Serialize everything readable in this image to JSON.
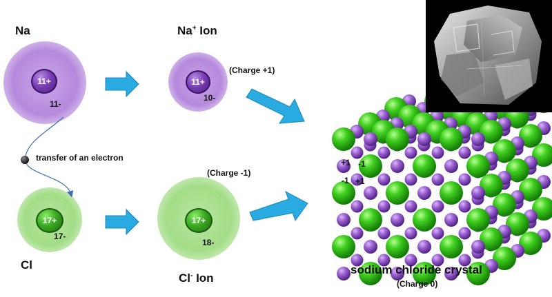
{
  "na_atom": {
    "title": "Na",
    "nucleus": "11+",
    "electrons": "11-"
  },
  "na_ion": {
    "title_main": "Na",
    "title_sup": "+",
    "title_rest": " Ion",
    "nucleus": "11+",
    "electrons": "10-",
    "charge": "(Charge +1)"
  },
  "cl_atom": {
    "title": "Cl",
    "nucleus": "17+",
    "electrons": "17-"
  },
  "cl_ion": {
    "title_main": "Cl",
    "title_sup": "-",
    "title_rest": " Ion",
    "nucleus": "17+",
    "electrons": "18-",
    "charge": "(Charge -1)"
  },
  "transfer": {
    "label": "transfer of an electron"
  },
  "crystal": {
    "title": "sodium chloride crystal",
    "charge": "(Charge 0)",
    "labels": [
      "+1",
      "-1",
      "-1",
      "+1"
    ]
  },
  "colors": {
    "sodium": "#9b5fd0",
    "chlorine": "#3fcf1f",
    "arrow": "#29abe2"
  }
}
